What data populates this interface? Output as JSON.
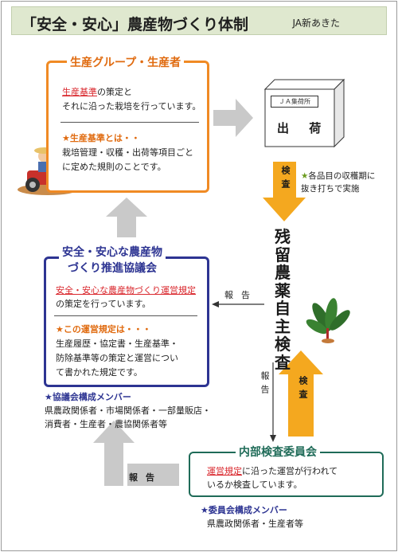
{
  "title": "「安全・安心」農産物づくり体制",
  "org": "JA新あきた",
  "producer": {
    "heading": "生産グループ・生産者",
    "line1_red": "生産基準",
    "line1_rest": "の策定と",
    "line2": "それに沿った栽培を行っています。",
    "def_star": "★生産基準とは・・",
    "def_line1": "栽培管理・収穫・出荷等項目ごと",
    "def_line2": "に定めた規則のことです。"
  },
  "shipping": {
    "sign": "ＪＡ集荷所",
    "label": "出 荷"
  },
  "inspection_down": "検査",
  "inspection_note_star": "★",
  "inspection_note_line1": "各品目の収穫期に",
  "inspection_note_line2": "抜き打ちで実施",
  "residue_title": "残留農薬自主検査",
  "council": {
    "heading_line1": "安全・安心な農産物",
    "heading_line2": "づくり推進協議会",
    "rule_red": "安全・安心な農産物づくり運営規定",
    "rule_rest": "の策定を行っています。",
    "def_star": "★この運営規定は・・・",
    "def_line1": "生産履歴・協定書・生産基準・",
    "def_line2": "防除基準等の策定と運営につい",
    "def_line3": "て書かれた規定です。",
    "members_star": "★協議会構成メンバー",
    "members_line1": "県農政関係者・市場関係者・一部量販店・",
    "members_line2": "消費者・生産者・農協関係者等"
  },
  "report_h": "報告",
  "report_v": "報告",
  "inspection_up": "検査",
  "committee": {
    "heading": "内部検査委員会",
    "text_red": "運営規定",
    "text_rest": "に沿った運営が行われて",
    "text_line2": "いるか検査しています。",
    "members_star": "★委員会構成メンバー",
    "members_line1": "県農政関係者・生産者等"
  },
  "report_bottom": "報告",
  "colors": {
    "orange": "#f08a24",
    "navy": "#2d3492",
    "green": "#1f6b58",
    "red": "#d9252b",
    "arrow_gray": "#c9c9c9",
    "arrow_yellow": "#f4a81f",
    "title_bg": "#dfe8cf"
  }
}
